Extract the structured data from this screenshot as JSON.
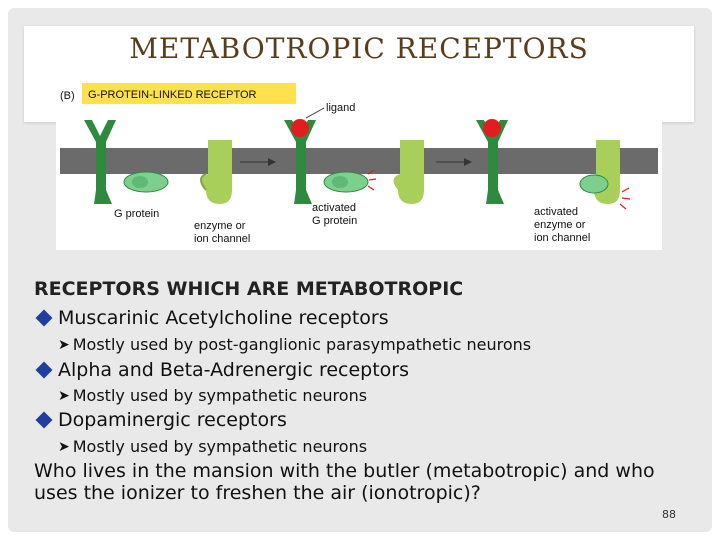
{
  "slide": {
    "title": "METABOTROPIC  RECEPTORS",
    "figure": {
      "panel_label": "(B)",
      "panel_title": "G-PROTEIN-LINKED  RECEPTOR",
      "labels": {
        "ligand": "ligand",
        "g_protein": "G protein",
        "enzyme_1": "enzyme or",
        "channel_1": "ion channel",
        "activated_g_1": "activated",
        "activated_g_2": "G protein",
        "activated_e_1": "activated",
        "activated_e_2": "enzyme or",
        "activated_e_3": "ion channel"
      },
      "colors": {
        "membrane": "#6b6b6b",
        "receptor": "#2e8b3e",
        "gprotein": "#7ccf8c",
        "enzyme": "#a9cf5b",
        "ligand": "#e01e1e",
        "highlight": "#ffe14d"
      }
    },
    "section_heading": "RECEPTORS WHICH ARE METABOTROPIC",
    "bullets": [
      {
        "text": "Muscarinic Acetylcholine receptors",
        "sub": "Mostly used by post-ganglionic parasympathetic neurons"
      },
      {
        "text": "Alpha and Beta-Adrenergic receptors",
        "sub": "Mostly used by sympathetic neurons"
      },
      {
        "text": "Dopaminergic receptors",
        "sub": "Mostly used by sympathetic neurons"
      }
    ],
    "question": "Who lives in the mansion with the butler (metabotropic) and who uses the ionizer to freshen the air (ionotropic)?",
    "page_number": "88"
  }
}
